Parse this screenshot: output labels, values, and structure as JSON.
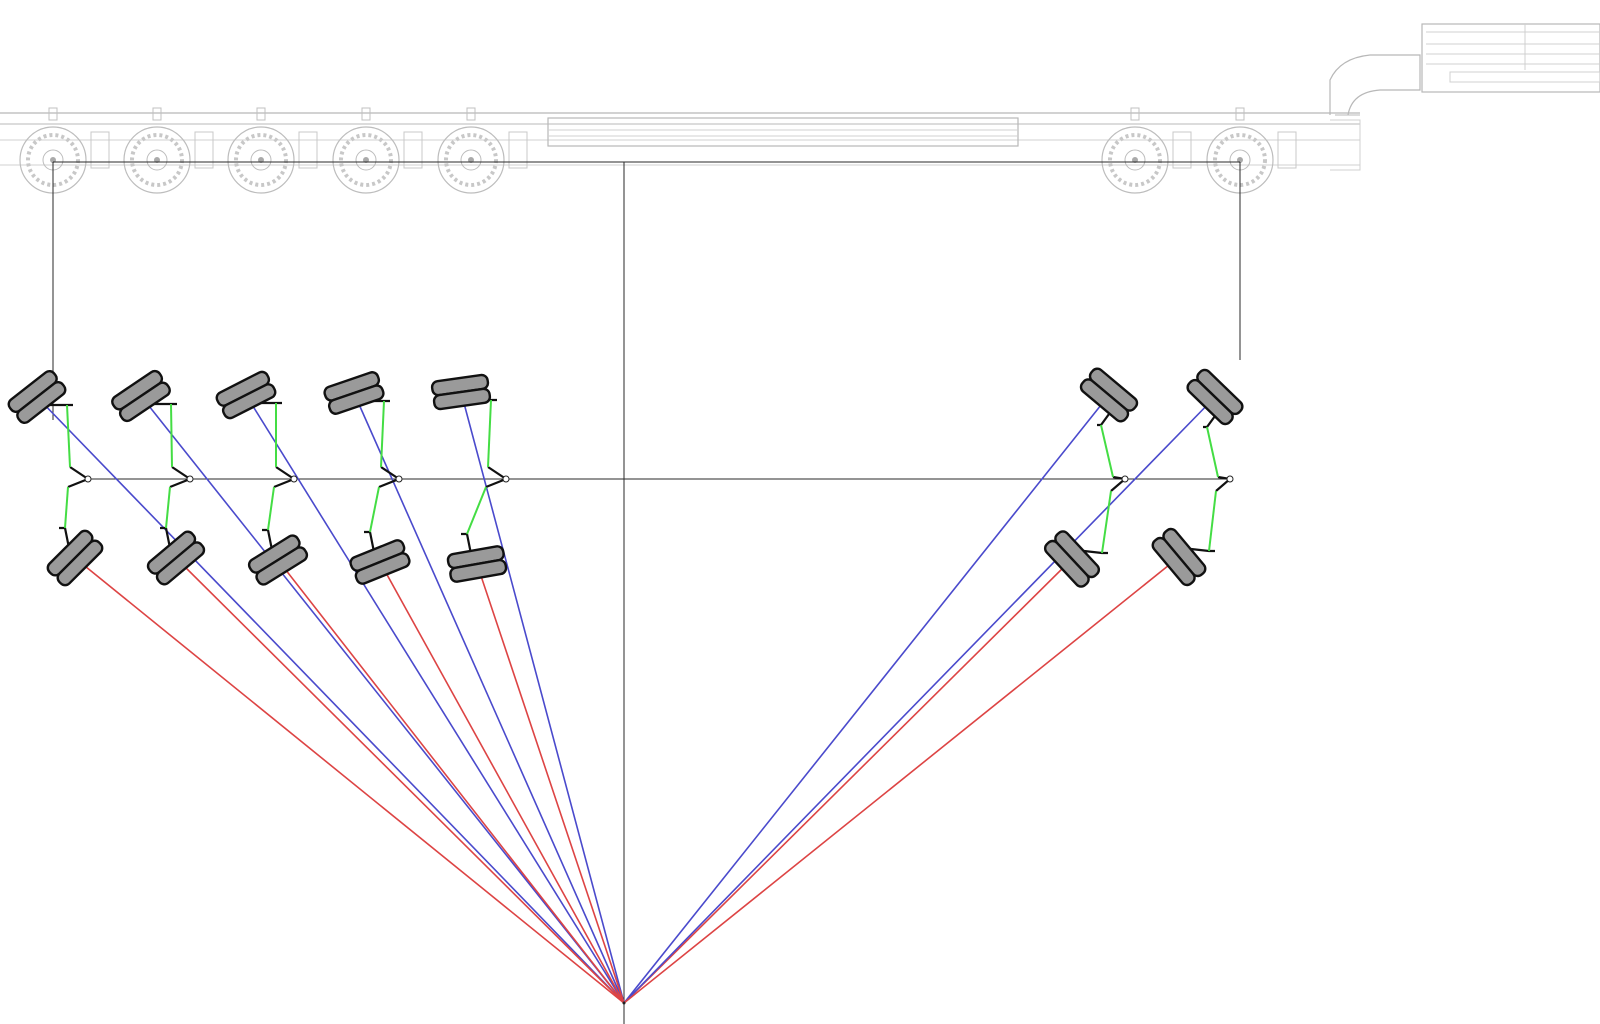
{
  "diagram": {
    "description_visible_text": "",
    "colors": {
      "front_rays": "#4a4acc",
      "rear_rays": "#dd4444",
      "steering_links": "#44dd44",
      "tire_fill": "#9a9a9a",
      "outline": "#111111",
      "trailer_outline": "#b8b8b8"
    },
    "trailer": {
      "rear_axle_group_count": 5,
      "front_axle_group_count": 2
    },
    "axles": [
      {
        "id": "axle-1",
        "group": "rear",
        "steered": true
      },
      {
        "id": "axle-2",
        "group": "rear",
        "steered": true
      },
      {
        "id": "axle-3",
        "group": "rear",
        "steered": true
      },
      {
        "id": "axle-4",
        "group": "rear",
        "steered": true
      },
      {
        "id": "axle-5",
        "group": "rear",
        "steered": true
      },
      {
        "id": "axle-6",
        "group": "front",
        "steered": true
      },
      {
        "id": "axle-7",
        "group": "front",
        "steered": true
      }
    ],
    "icons": [
      "tire-icon",
      "steering-link-icon",
      "pivot-icon",
      "turning-center-icon"
    ]
  }
}
